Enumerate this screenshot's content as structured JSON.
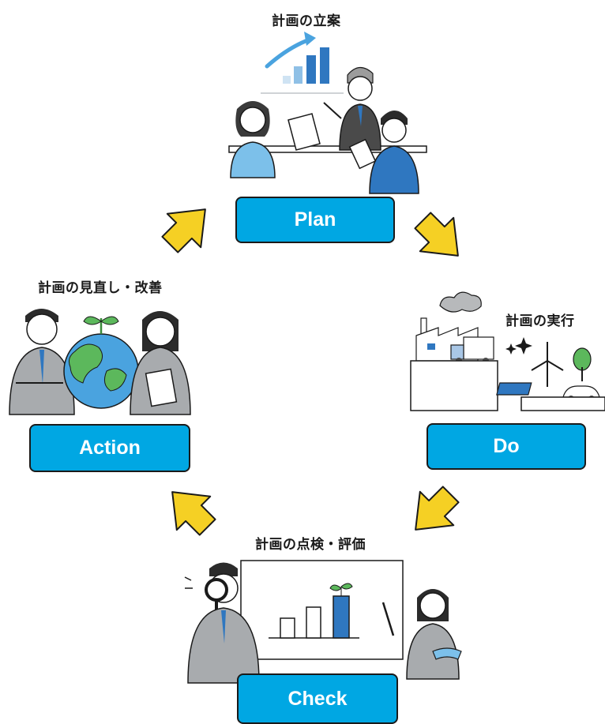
{
  "cycle": {
    "plan": {
      "label": "Plan",
      "caption": "計画の立案"
    },
    "do": {
      "label": "Do",
      "caption": "計画の実行"
    },
    "check": {
      "label": "Check",
      "caption": "計画の点検・評価"
    },
    "action": {
      "label": "Action",
      "caption": "計画の見直し・改善"
    }
  },
  "colors": {
    "button": "#00a7e3",
    "arrow": "#f5d024",
    "outline": "#1a1a1a",
    "suit_gray": "#a8abae",
    "shirt_blue": "#2f77c0",
    "earth_blue": "#4aa3df",
    "earth_green": "#5cb85c"
  }
}
